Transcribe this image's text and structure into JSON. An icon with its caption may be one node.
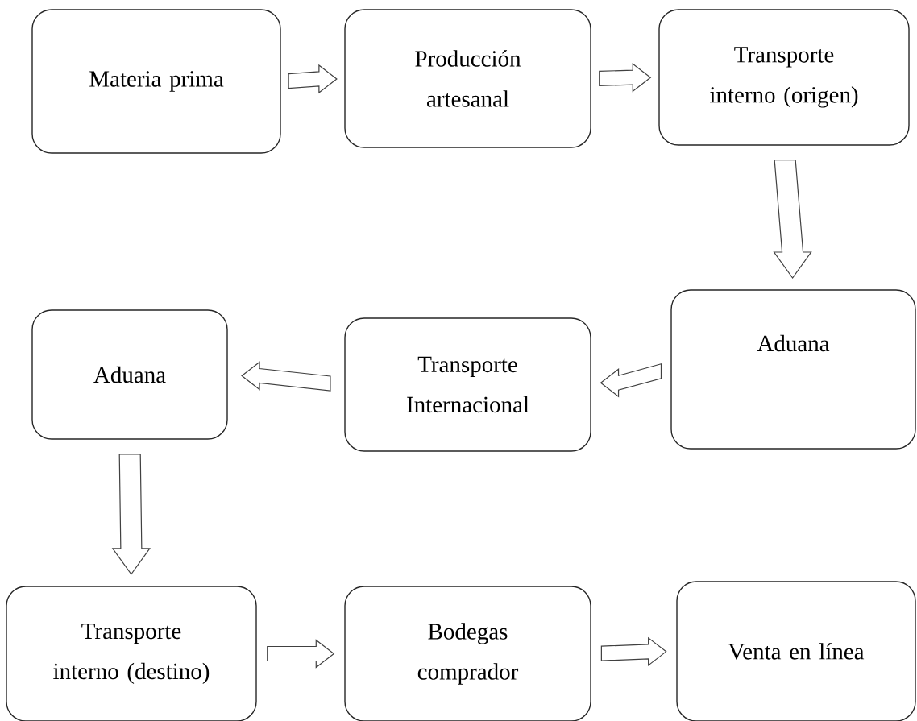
{
  "diagram": {
    "nodes": [
      {
        "text": [
          "Materia prima"
        ]
      },
      {
        "text": [
          "Producción artesanal"
        ]
      },
      {
        "text": [
          "Transporte interno (origen)"
        ]
      },
      {
        "text": [
          "Aduana"
        ]
      },
      {
        "text": [
          "Transporte Internacional"
        ]
      },
      {
        "text": [
          "Aduana"
        ]
      },
      {
        "text": [
          "Transporte interno (destino)"
        ]
      },
      {
        "text": [
          "Bodegas comprador"
        ]
      },
      {
        "text": [
          "Venta en línea"
        ]
      }
    ],
    "edges": [
      {
        "from": 0,
        "to": 1,
        "arrow": "to"
      },
      {
        "from": 1,
        "to": 2,
        "arrow": "to"
      },
      {
        "from": 2,
        "to": 3,
        "arrow": "to"
      },
      {
        "from": 3,
        "to": 4,
        "arrow": "to"
      },
      {
        "from": 4,
        "to": 5,
        "arrow": "to"
      },
      {
        "from": 5,
        "to": 6,
        "arrow": "to"
      },
      {
        "from": 6,
        "to": 7,
        "arrow": "to"
      },
      {
        "from": 7,
        "to": 8,
        "arrow": "to"
      }
    ]
  }
}
